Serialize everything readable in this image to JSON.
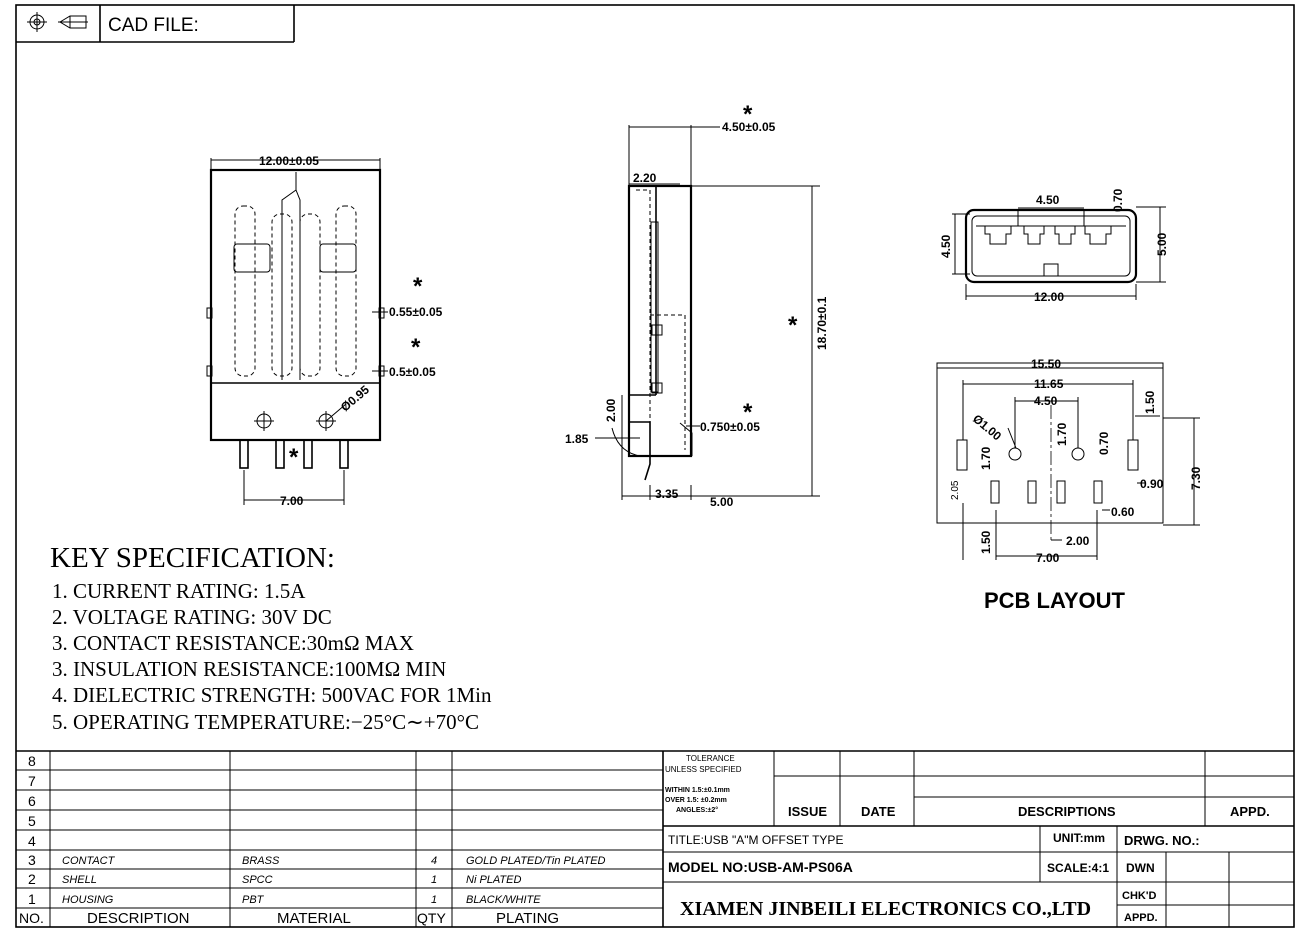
{
  "header": {
    "label": "CAD FILE:"
  },
  "front_view": {
    "dims": [
      "12.00±0.05",
      "0.55±0.05",
      "0.5±0.05",
      "Ø0.95",
      "7.00"
    ],
    "critical_mark": "*"
  },
  "side_view": {
    "dims": [
      "4.50±0.05",
      "2.20",
      "18.70±0.1",
      "2.00",
      "1.85",
      "0.750±0.05",
      "3.35",
      "5.00"
    ]
  },
  "end_view": {
    "dims": [
      "4.50",
      "0.70",
      "4.50",
      "5.00",
      "12.00"
    ]
  },
  "pcb_layout": {
    "title": "PCB LAYOUT",
    "dims": [
      "15.50",
      "11.65",
      "4.50",
      "1.50",
      "Ø1.00",
      "1.70",
      "1.70",
      "0.70",
      "7.30",
      "2.05",
      "0.90",
      "0.60",
      "1.50",
      "2.00",
      "7.00"
    ]
  },
  "key_spec": {
    "title": "KEY SPECIFICATION:",
    "items": [
      "1. CURRENT RATING: 1.5A",
      "2. VOLTAGE RATING: 30V DC",
      "3. CONTACT RESISTANCE:30mΩ MAX",
      "3. INSULATION RESISTANCE:100MΩ MIN",
      "4. DIELECTRIC STRENGTH: 500VAC FOR 1Min",
      "5. OPERATING TEMPERATURE:−25°C∼+70°C"
    ]
  },
  "bom": {
    "row_numbers": [
      "8",
      "7",
      "6",
      "5",
      "4",
      "3",
      "2",
      "1"
    ],
    "rows": [
      {
        "description": "CONTACT",
        "material": "BRASS",
        "qty": "4",
        "plating": "GOLD PLATED/Tin PLATED"
      },
      {
        "description": "SHELL",
        "material": "SPCC",
        "qty": "1",
        "plating": "Ni PLATED"
      },
      {
        "description": "HOUSING",
        "material": "PBT",
        "qty": "1",
        "plating": "BLACK/WHITE"
      }
    ],
    "headers": {
      "no": "NO.",
      "description": "DESCRIPTION",
      "material": "MATERIAL",
      "qty": "QTY",
      "plating": "PLATING"
    }
  },
  "title_block": {
    "tolerance": [
      "TOLERANCE",
      "UNLESS SPECIFIED",
      "WITHIN 1.5:±0.1mm",
      "OVER 1.5: ±0.2mm",
      "ANGLES:±2°"
    ],
    "issue": "ISSUE",
    "date": "DATE",
    "descriptions": "DESCRIPTIONS",
    "appd_header": "APPD.",
    "title": "TITLE:USB \"A\"M OFFSET TYPE",
    "unit": "UNIT:mm",
    "drwg_no": "DRWG. NO.:",
    "model": "MODEL NO:USB-AM-PS06A",
    "scale": "SCALE:4:1",
    "dwn": "DWN",
    "chkd": "CHK'D",
    "appd": "APPD.",
    "company": "XIAMEN JINBEILI ELECTRONICS CO.,LTD"
  }
}
